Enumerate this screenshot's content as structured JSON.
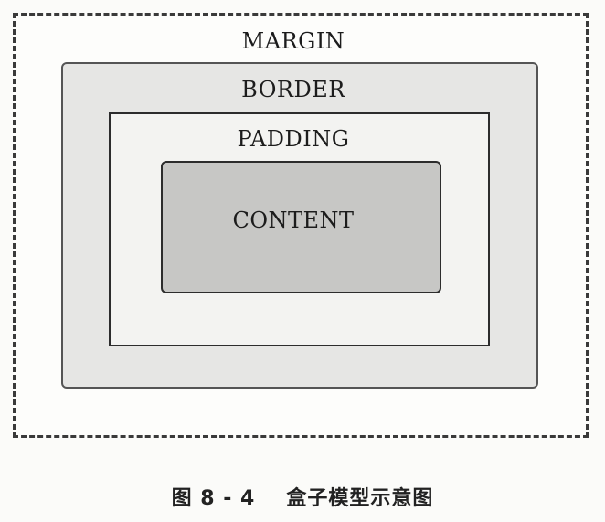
{
  "diagram": {
    "layers": {
      "margin": "MARGIN",
      "border": "BORDER",
      "padding": "PADDING",
      "content": "CONTENT"
    },
    "caption": {
      "number": "图 8 - 4",
      "title": "盒子模型示意图"
    }
  }
}
